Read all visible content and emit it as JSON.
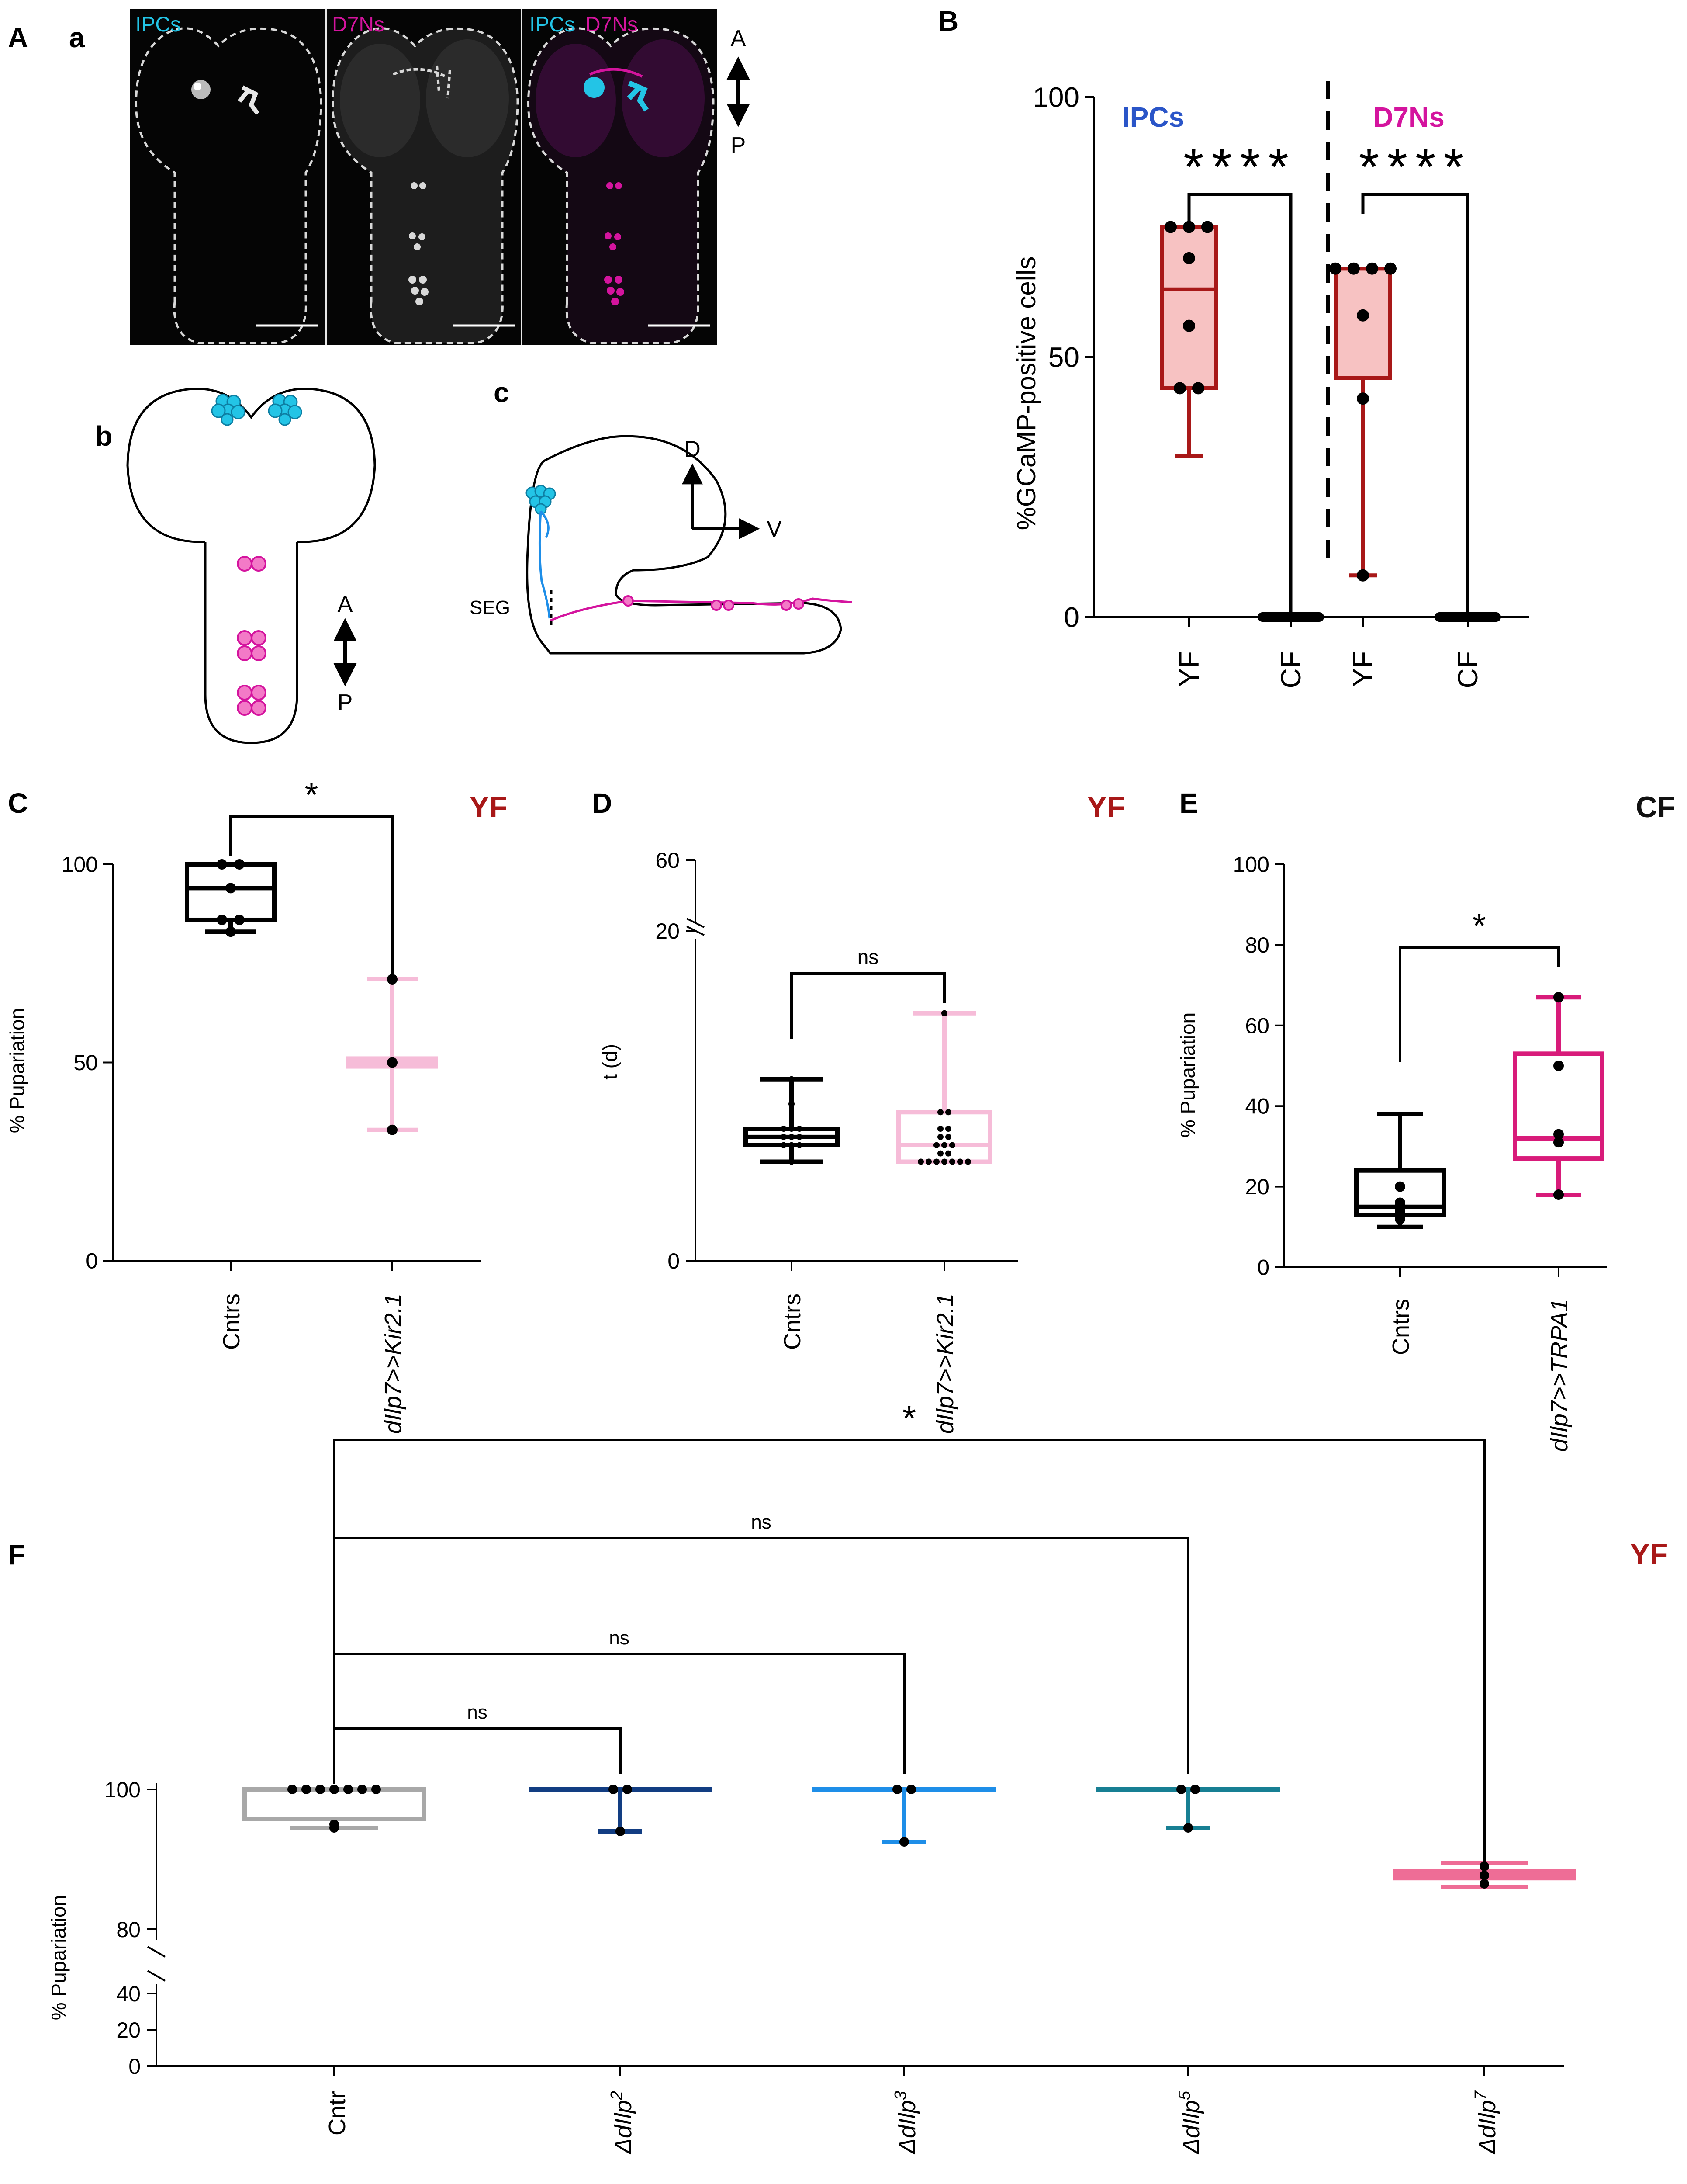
{
  "panel_letters": {
    "A": "A",
    "a": "a",
    "b": "b",
    "c": "c",
    "B": "B",
    "C": "C",
    "D": "D",
    "E": "E",
    "F": "F"
  },
  "panel_a": {
    "channels": [
      "IPCs",
      "D7Ns"
    ],
    "axis": {
      "top": "A",
      "bottom": "P"
    }
  },
  "panel_b_diagram": {
    "axis": {
      "top": "A",
      "bottom": "P"
    }
  },
  "panel_c_diagram": {
    "label_seg": "SEG",
    "axis_d": "D",
    "axis_v": "V"
  },
  "colors": {
    "cyan": "#23c4e6",
    "magenta": "#d4149e",
    "dark_red": "#a81818",
    "light_red_fill": "#f7c2c2",
    "pink": "#f6bcd8",
    "pink_magenta": "#d81b7a",
    "grey": "#a8a8a8",
    "navy": "#123d82",
    "light_blue": "#1e8ee8",
    "teal": "#177f93",
    "rose": "#ee6d96",
    "blue_label": "#2a55c8"
  },
  "chart_data": [
    {
      "panel": "B",
      "type": "box",
      "ylabel": "%GCaMP-positive cells",
      "yticks": [
        "0",
        "50",
        "100"
      ],
      "ylim": [
        0,
        100
      ],
      "categories": [
        "YF",
        "CF",
        "YF",
        "CF"
      ],
      "group_labels": [
        "IPCs",
        "D7Ns"
      ],
      "boxes": [
        {
          "min": 31,
          "q1": 44,
          "median": 63,
          "q3": 75,
          "max": 75,
          "points": [
            75,
            75,
            75,
            69,
            56,
            44,
            44
          ]
        },
        {
          "min": 0,
          "q1": 0,
          "median": 0,
          "q3": 0,
          "max": 0,
          "points": [
            0,
            0,
            0,
            0,
            0,
            0,
            0
          ]
        },
        {
          "min": 8,
          "q1": 46,
          "median": 67,
          "q3": 67,
          "max": 67,
          "points": [
            67,
            67,
            67,
            67,
            58,
            42,
            8
          ]
        },
        {
          "min": 0,
          "q1": 0,
          "median": 0,
          "q3": 0,
          "max": 0,
          "points": [
            0,
            0,
            0,
            0,
            0,
            0,
            0
          ]
        }
      ],
      "significance": [
        "****",
        "****"
      ]
    },
    {
      "panel": "C",
      "type": "box",
      "condition": "YF",
      "ylabel": "% Pupariation",
      "yticks": [
        "0",
        "50",
        "100"
      ],
      "ylim": [
        0,
        100
      ],
      "categories": [
        "Cntrs",
        "dIlp7>>Kir2.1"
      ],
      "boxes": [
        {
          "min": 83,
          "q1": 86,
          "median": 94,
          "q3": 100,
          "max": 100,
          "points": [
            100,
            100,
            94,
            86,
            86,
            83
          ]
        },
        {
          "min": 33,
          "q1": 49,
          "median": 50,
          "q3": 51,
          "max": 71,
          "points": [
            71,
            50,
            33
          ]
        }
      ],
      "significance": [
        "*"
      ]
    },
    {
      "panel": "D",
      "type": "box",
      "condition": "YF",
      "ylabel": "t (d)",
      "yticks": [
        "0",
        "20",
        "60"
      ],
      "ylim": [
        0,
        20
      ],
      "axis_break_top": 60,
      "categories": [
        "Cntrs",
        "dIlp7>>Kir2.1"
      ],
      "boxes": [
        {
          "min": 6,
          "q1": 7,
          "median": 7.5,
          "q3": 8,
          "max": 11,
          "points": [
            11,
            9.5,
            8,
            8,
            8,
            7.5,
            7.5,
            7.5,
            7,
            7,
            7,
            6
          ]
        },
        {
          "min": 6,
          "q1": 6,
          "median": 7,
          "q3": 9,
          "max": 15,
          "points": [
            15,
            9,
            9,
            8,
            8,
            7.5,
            7.5,
            7,
            7,
            7,
            6.5,
            6.5,
            6,
            6,
            6,
            6,
            6,
            6,
            6
          ]
        }
      ],
      "significance": [
        "ns"
      ]
    },
    {
      "panel": "E",
      "type": "box",
      "condition": "CF",
      "ylabel": "% Pupariation",
      "yticks": [
        "0",
        "20",
        "40",
        "60",
        "80",
        "100"
      ],
      "ylim": [
        0,
        100
      ],
      "categories": [
        "Cntrs",
        "dIlp7>>TRPA1"
      ],
      "boxes": [
        {
          "min": 10,
          "q1": 13,
          "median": 15,
          "q3": 24,
          "max": 38,
          "points": [
            20,
            16,
            14,
            12
          ]
        },
        {
          "min": 18,
          "q1": 27,
          "median": 32,
          "q3": 53,
          "max": 67,
          "points": [
            67,
            50,
            33,
            31,
            18
          ]
        }
      ],
      "significance": [
        "*"
      ]
    },
    {
      "panel": "F",
      "type": "box",
      "condition": "YF",
      "ylabel": "% Pupariation",
      "yticks": [
        "0",
        "20",
        "40",
        "80",
        "100"
      ],
      "ylim_lower": [
        0,
        40
      ],
      "ylim_upper": [
        80,
        100
      ],
      "categories": [
        "Cntr",
        "ΔdIlp2",
        "ΔdIlp3",
        "ΔdIlp5",
        "ΔdIlp7"
      ],
      "boxes": [
        {
          "min": 94.5,
          "q1": 95.8,
          "median": 100,
          "q3": 100,
          "max": 100,
          "points": [
            100,
            100,
            100,
            100,
            100,
            100,
            100,
            95,
            94.5
          ]
        },
        {
          "min": 94,
          "q1": 100,
          "median": 100,
          "q3": 100,
          "max": 100,
          "points": [
            100,
            100,
            94
          ]
        },
        {
          "min": 92.5,
          "q1": 100,
          "median": 100,
          "q3": 100,
          "max": 100,
          "points": [
            100,
            100,
            92.5
          ]
        },
        {
          "min": 94.5,
          "q1": 100,
          "median": 100,
          "q3": 100,
          "max": 100,
          "points": [
            100,
            100,
            94.5
          ]
        },
        {
          "min": 86,
          "q1": 87.3,
          "median": 87.8,
          "q3": 88.3,
          "max": 89.5,
          "points": [
            89,
            87.7,
            86.5
          ]
        }
      ],
      "significance": [
        "ns",
        "ns",
        "ns",
        "*"
      ]
    }
  ]
}
